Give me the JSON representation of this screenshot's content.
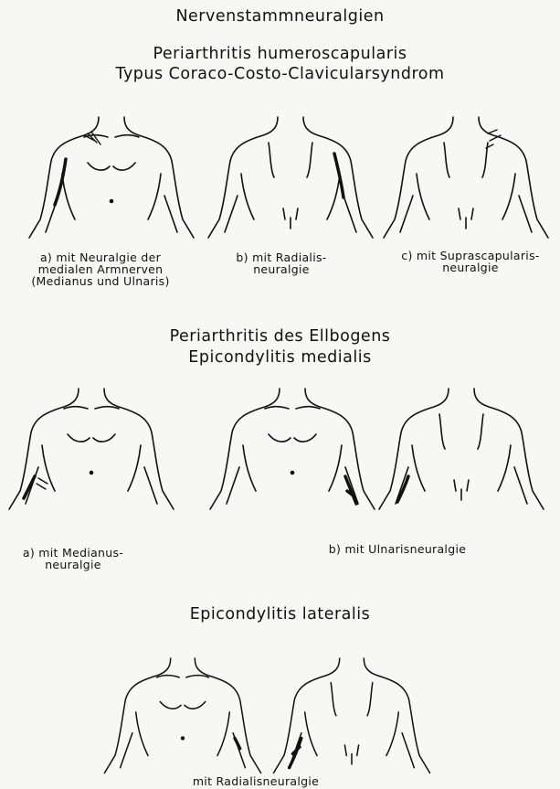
{
  "title": "Nervenstammneuralgien",
  "sections": [
    {
      "heading": "Periarthritis humeroscapularis",
      "subheading": "Typus Coraco-Costo-Clavicularsyndrom",
      "captions": [
        "a) mit Neuralgie der\nmedialen Armnerven\n(Medianus und Ulnaris)",
        "b) mit Radialis-\nneuralgie",
        "c) mit Suprascapularis-\nneuralgie"
      ]
    },
    {
      "heading": "Periarthritis des Ellbogens",
      "subheading": "Epicondylitis medialis",
      "captions": [
        "a) mit Medianus-\nneuralgie",
        "b) mit Ulnarisneuralgie"
      ]
    },
    {
      "heading": "Epicondylitis lateralis",
      "captions": [
        "mit Radialisneuralgie"
      ]
    }
  ],
  "figures": [
    {
      "view": "front",
      "marking": "hatched area at right shoulder, dark line along medial upper arm"
    },
    {
      "view": "back",
      "marking": "dark line along lateral upper arm"
    },
    {
      "view": "back",
      "marking": "short marks over left scapula"
    },
    {
      "view": "front",
      "marking": "hatched patch at medial elbow, line along forearm"
    },
    {
      "view": "front",
      "marking": "dark patch at medial elbow, line along forearm"
    },
    {
      "view": "back",
      "marking": "dark line along forearm"
    },
    {
      "view": "front",
      "marking": "dark patch at lateral elbow"
    },
    {
      "view": "back",
      "marking": "dark patch at elbow, line along forearm"
    }
  ]
}
